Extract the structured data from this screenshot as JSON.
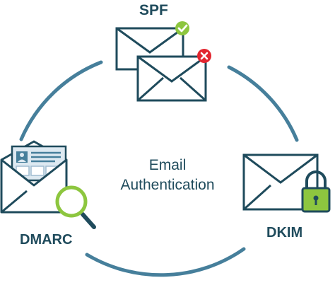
{
  "center": {
    "line1": "Email",
    "line2": "Authentication"
  },
  "nodes": {
    "spf": {
      "label": "SPF",
      "pass_icon": "check-badge-icon",
      "fail_icon": "x-badge-icon"
    },
    "dkim": {
      "label": "DKIM",
      "icon": "padlock-icon"
    },
    "dmarc": {
      "label": "DMARC",
      "icon": "magnifier-icon"
    }
  },
  "colors": {
    "ring": "#467f9b",
    "outline": "#1f4b5c",
    "accent_green": "#8dc63f",
    "fail_red": "#e2262f",
    "card": "#dde9f1",
    "card_accent": "#467f9b"
  }
}
